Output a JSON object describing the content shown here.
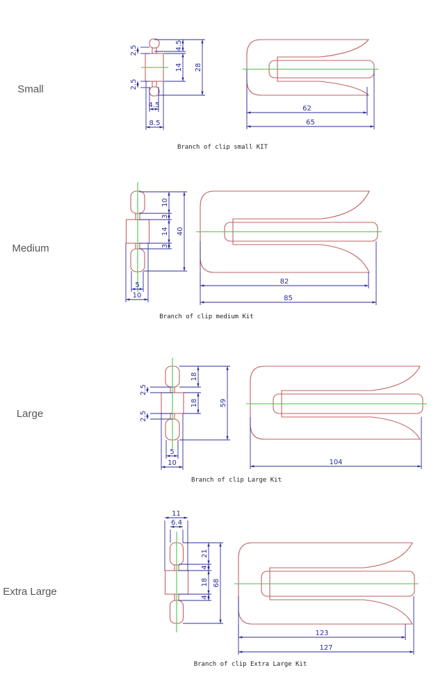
{
  "sections": [
    {
      "label": "Small",
      "caption": "Branch of clip small KIT",
      "dims": {
        "left_top": "2.5",
        "left_bottom": "2.5",
        "knob": "4.5",
        "body": "14",
        "total_height": "28",
        "neck_width": "4.5",
        "width": "8.5",
        "inner_length": "62",
        "total_length": "65"
      }
    },
    {
      "label": "Medium",
      "caption": "Branch of clip medium Kit",
      "dims": {
        "knob": "10",
        "neck_top": "3",
        "body": "14",
        "neck_bottom": "3",
        "total_height": "40",
        "neck_width": "5",
        "width": "10",
        "inner_length": "82",
        "total_length": "85"
      }
    },
    {
      "label": "Large",
      "caption": "Branch of clip Large Kit",
      "dims": {
        "left_top": "2.5",
        "left_bottom": "2.5",
        "knob": "18",
        "body": "18",
        "total_height": "59",
        "neck_width": "5",
        "width": "10",
        "total_length": "104"
      }
    },
    {
      "label": "Extra Large",
      "caption": "Branch of clip Extra Large Kit",
      "dims": {
        "width": "11",
        "knob_width": "6.4",
        "knob": "21",
        "neck_top": "4",
        "body": "18",
        "neck_bottom": "4",
        "total_height": "68",
        "inner_length": "123",
        "total_length": "127"
      }
    }
  ],
  "colors": {
    "outline": "#c06060",
    "dimension": "#2b2b9a",
    "centerline": "#66cc66",
    "label": "#555555"
  }
}
